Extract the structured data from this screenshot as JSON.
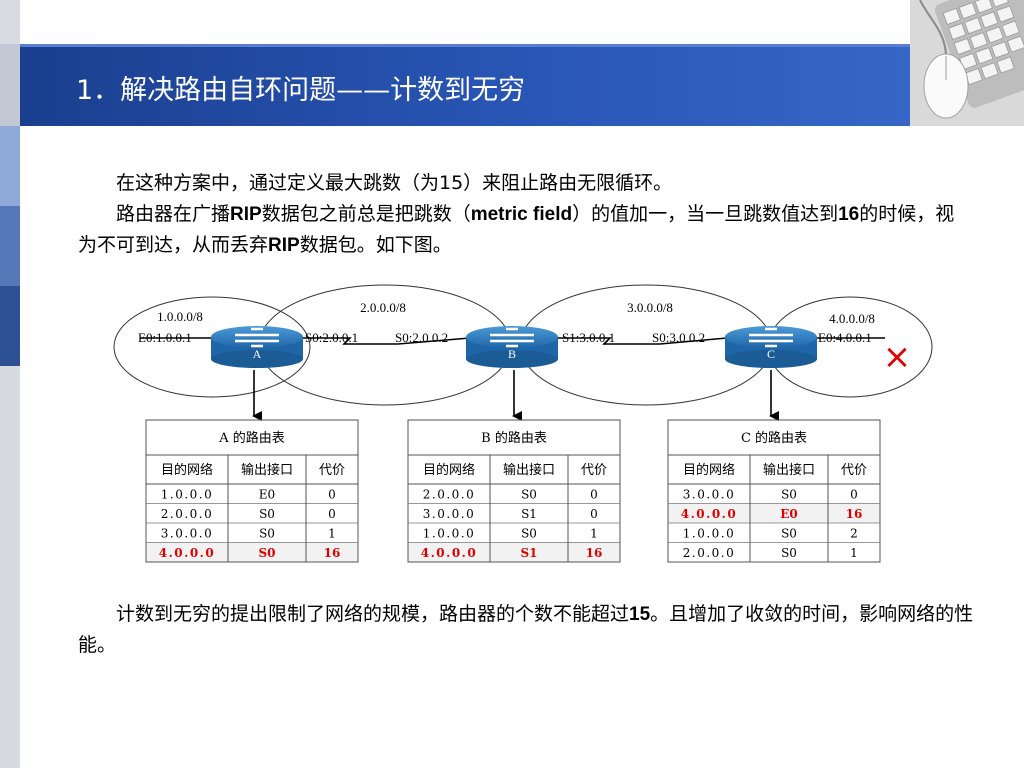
{
  "title": "1．解决路由自环问题——计数到无穷",
  "paragraph1": "在这种方案中，通过定义最大跳数（为15）来阻止路由无限循环。",
  "paragraph2": {
    "p1": "路由器在广播",
    "b1": "RIP",
    "p2": "数据包之前总是把跳数（",
    "b2": "metric field",
    "p3": "）的值加一，当一旦跳数值达到",
    "b3": "16",
    "p4": "的时候，视为不可到达，从而丢弃",
    "b4": "RIP",
    "p5": "数据包。如下图。"
  },
  "paragraph3": {
    "p1": "计数到无穷的提出限制了网络的规模，路由器的个数不能超过",
    "b1": "15",
    "p2": "。且增加了收敛的时间，影响网络的性能。"
  },
  "diagram": {
    "networks": [
      "1.0.0.0/8",
      "2.0.0.0/8",
      "3.0.0.0/8",
      "4.0.0.0/8"
    ],
    "routers": [
      "A",
      "B",
      "C"
    ],
    "interfaces": {
      "a_e0": "E0:1.0.0.1",
      "a_s0": "S0:2.0.0.1",
      "b_s0": "S0:2.0.0.2",
      "b_s1": "S1:3.0.0.1",
      "c_s0": "S0:3.0.0.2",
      "c_e0": "E0:4.0.0.1"
    },
    "fail_mark": "×"
  },
  "colors": {
    "title_bar": "#2a57b8",
    "highlight": "#e00000",
    "router": "#1f66a8"
  },
  "tables": [
    {
      "title": "A  的路由表",
      "headers": [
        "目的网络",
        "输出接口",
        "代价"
      ],
      "rows": [
        {
          "net": "1.0.0.0",
          "if": "E0",
          "cost": "0",
          "hl": false
        },
        {
          "net": "2.0.0.0",
          "if": "S0",
          "cost": "0",
          "hl": false
        },
        {
          "net": "3.0.0.0",
          "if": "S0",
          "cost": "1",
          "hl": false
        },
        {
          "net": "4.0.0.0",
          "if": "S0",
          "cost": "16",
          "hl": true
        }
      ]
    },
    {
      "title": "B  的路由表",
      "headers": [
        "目的网络",
        "输出接口",
        "代价"
      ],
      "rows": [
        {
          "net": "2.0.0.0",
          "if": "S0",
          "cost": "0",
          "hl": false
        },
        {
          "net": "3.0.0.0",
          "if": "S1",
          "cost": "0",
          "hl": false
        },
        {
          "net": "1.0.0.0",
          "if": "S0",
          "cost": "1",
          "hl": false
        },
        {
          "net": "4.0.0.0",
          "if": "S1",
          "cost": "16",
          "hl": true
        }
      ]
    },
    {
      "title": "C  的路由表",
      "headers": [
        "目的网络",
        "输出接口",
        "代价"
      ],
      "rows": [
        {
          "net": "3.0.0.0",
          "if": "S0",
          "cost": "0",
          "hl": false
        },
        {
          "net": "4.0.0.0",
          "if": "E0",
          "cost": "16",
          "hl": true
        },
        {
          "net": "1.0.0.0",
          "if": "S0",
          "cost": "2",
          "hl": false
        },
        {
          "net": "2.0.0.0",
          "if": "S0",
          "cost": "1",
          "hl": false
        }
      ]
    }
  ]
}
